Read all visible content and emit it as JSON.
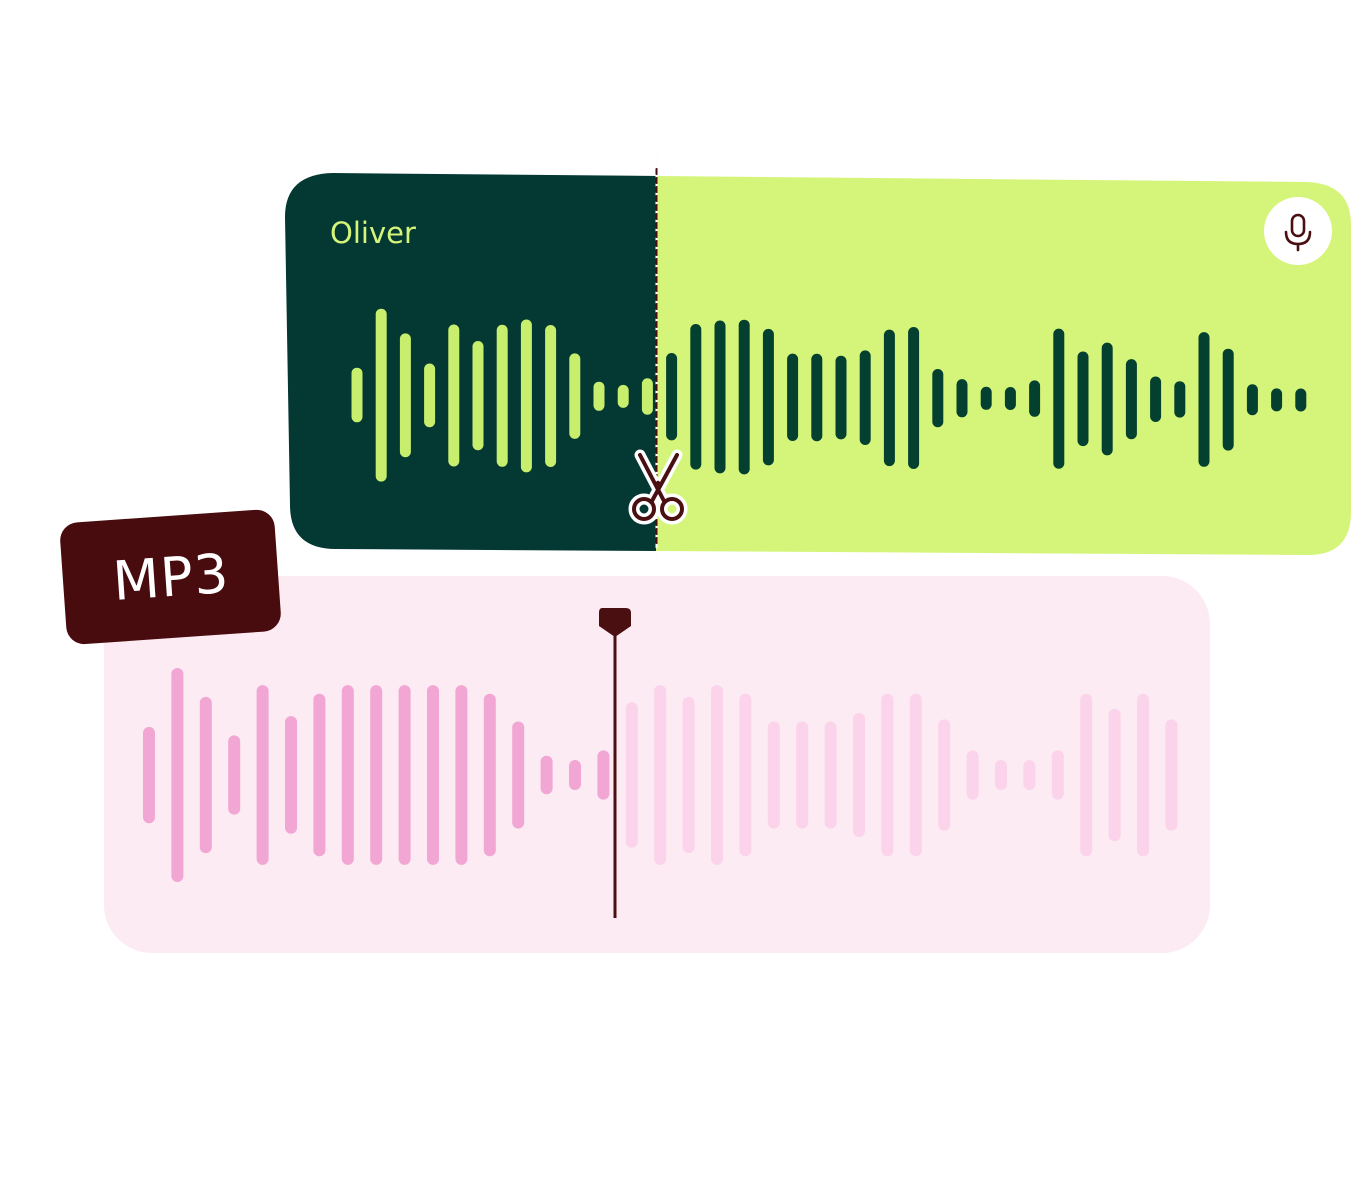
{
  "speaker": {
    "name": "Oliver",
    "icon": "microphone-icon"
  },
  "format_badge": {
    "label": "MP3"
  },
  "colors": {
    "recording_dark": "#043833",
    "recording_light": "#d5f57a",
    "bar_light": "#c7ee6c",
    "bar_dark": "#04402f",
    "cut_line": "#4a0f11",
    "badge": "#480c0e",
    "player_bg": "#fcebf3",
    "bar_played": "#f1a6d3",
    "bar_unplayed": "#fbd3ea",
    "playhead": "#4a0f11"
  },
  "recording_waveform": {
    "levels": [
      0.3,
      0.95,
      0.68,
      0.35,
      0.78,
      0.6,
      0.78,
      0.84,
      0.78,
      0.47,
      0.16,
      0.12,
      0.2,
      0.48,
      0.8,
      0.84,
      0.85,
      0.75,
      0.48,
      0.48,
      0.46,
      0.52,
      0.75,
      0.78,
      0.32,
      0.21,
      0.12,
      0.1,
      0.2,
      0.77,
      0.52,
      0.62,
      0.44,
      0.25,
      0.2,
      0.74,
      0.56,
      0.17,
      0.1,
      0.12
    ],
    "split_after_index": 12
  },
  "player_waveform": {
    "levels": [
      0.45,
      1.0,
      0.73,
      0.37,
      0.84,
      0.55,
      0.76,
      0.84,
      0.84,
      0.84,
      0.84,
      0.84,
      0.76,
      0.5,
      0.18,
      0.14,
      0.23,
      0.68,
      0.84,
      0.73,
      0.84,
      0.76,
      0.5,
      0.5,
      0.5,
      0.58,
      0.76,
      0.76,
      0.52,
      0.23,
      0.14,
      0.14,
      0.23,
      0.76,
      0.62,
      0.76,
      0.52
    ],
    "played_count": 17
  }
}
